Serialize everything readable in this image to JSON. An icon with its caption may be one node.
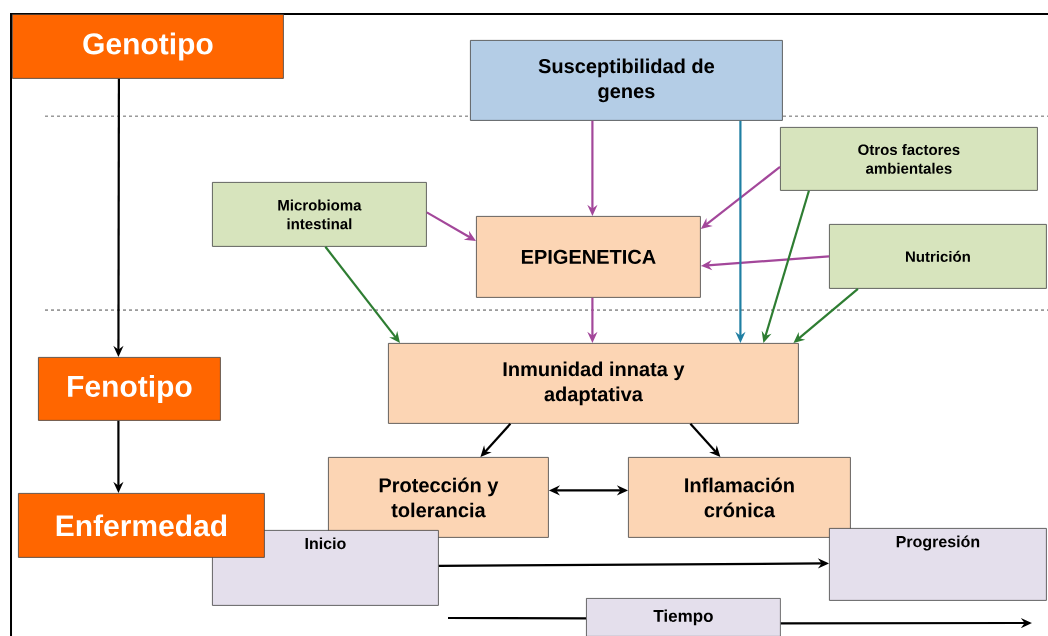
{
  "diagram": {
    "nodes": [
      {
        "text": [
          "Genotipo"
        ]
      },
      {
        "text": [
          "Susceptibilidad de genes"
        ]
      },
      {
        "text": [
          "Otros factores ambientales"
        ]
      },
      {
        "text": [
          "Microbioma intestinal"
        ]
      },
      {
        "text": [
          "EPIGENETICA"
        ]
      },
      {
        "text": [
          "Nutrición"
        ]
      },
      {
        "text": [
          "Fenotipo"
        ]
      },
      {
        "text": [
          "Inmunidad innata y adaptativa"
        ]
      },
      {
        "text": [
          "Protección y tolerancia"
        ]
      },
      {
        "text": [
          "Inflamación crónica"
        ]
      },
      {
        "text": [
          "Enfermedad"
        ]
      },
      {
        "text": [
          "Inicio"
        ]
      },
      {
        "text": [
          "Progresión"
        ]
      },
      {
        "text": [
          "Tiempo"
        ]
      }
    ],
    "edges": [
      {
        "from": 0,
        "to": 6,
        "arrow": "to"
      },
      {
        "from": 6,
        "to": 10,
        "arrow": "to"
      },
      {
        "from": 1,
        "to": 4,
        "arrow": "to",
        "color": "#a3479a"
      },
      {
        "from": 3,
        "to": 4,
        "arrow": "to",
        "color": "#a3479a"
      },
      {
        "from": 2,
        "to": 4,
        "arrow": "to",
        "color": "#a3479a"
      },
      {
        "from": 5,
        "to": 4,
        "arrow": "to",
        "color": "#a3479a"
      },
      {
        "from": 1,
        "to": 7,
        "arrow": "to",
        "color": "#1f7fa3"
      },
      {
        "from": 3,
        "to": 7,
        "arrow": "to",
        "color": "#2e7d32"
      },
      {
        "from": 2,
        "to": 7,
        "arrow": "to",
        "color": "#2e7d32"
      },
      {
        "from": 5,
        "to": 7,
        "arrow": "to",
        "color": "#2e7d32"
      },
      {
        "from": 4,
        "to": 7,
        "arrow": "to",
        "color": "#a3479a"
      },
      {
        "from": 7,
        "to": 8,
        "arrow": "to"
      },
      {
        "from": 7,
        "to": 9,
        "arrow": "to"
      },
      {
        "from": 8,
        "to": 9,
        "arrow": "both"
      },
      {
        "from": 11,
        "to": 12,
        "arrow": "to"
      },
      {
        "from": null,
        "to": 13,
        "arrow": "none"
      },
      {
        "from": 13,
        "to": null,
        "arrow": "to"
      }
    ]
  }
}
